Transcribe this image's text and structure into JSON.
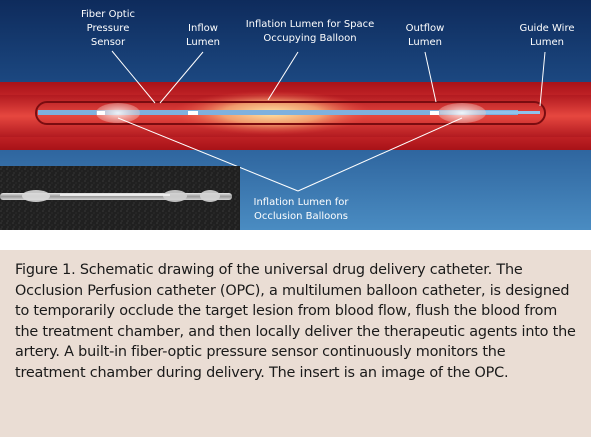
{
  "labels": {
    "fiber_optic": [
      "Fiber Optic",
      "Pressure",
      "Sensor"
    ],
    "inflow": [
      "Inflow",
      "Lumen"
    ],
    "space_balloon": [
      "Inflation Lumen for Space",
      "Occupying Balloon"
    ],
    "outflow": [
      "Outflow",
      "Lumen"
    ],
    "guide_wire": [
      "Guide Wire",
      "Lumen"
    ],
    "occlusion": [
      "Inflation Lumen for",
      "Occlusion Balloons"
    ]
  },
  "caption": "Figure 1. Schematic drawing of the universal drug delivery catheter. The Occlusion Perfusion catheter (OPC), a multilumen balloon catheter, is designed to temporarily occlude the target lesion from blood flow, flush the blood from the treatment chamber, and then locally deliver the therapeutic agents into the artery.  A built-in fiber-optic pressure sensor continuously monitors the treatment chamber during delivery. The insert is an image of the OPC.",
  "colors": {
    "background_top": "#0e2b5c",
    "background_bottom": "#3b7fb8",
    "vessel": "#d9262c",
    "caption_bg": "#eaddd4"
  }
}
